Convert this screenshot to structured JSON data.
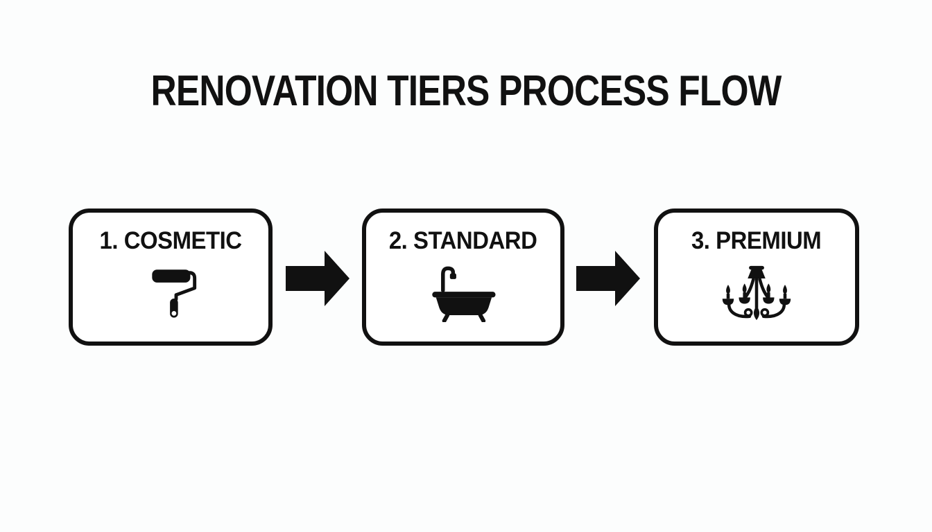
{
  "title": "RENOVATION TIERS PROCESS FLOW",
  "flow": {
    "steps": [
      {
        "label": "1. COSMETIC",
        "icon": "paint-roller-icon"
      },
      {
        "label": "2. STANDARD",
        "icon": "bathtub-icon"
      },
      {
        "label": "3. PREMIUM",
        "icon": "chandelier-icon"
      }
    ],
    "connector_icon": "arrow-right-icon"
  },
  "colors": {
    "ink": "#111111",
    "canvas_background": "#fcfdfd",
    "box_fill": "#ffffff"
  }
}
